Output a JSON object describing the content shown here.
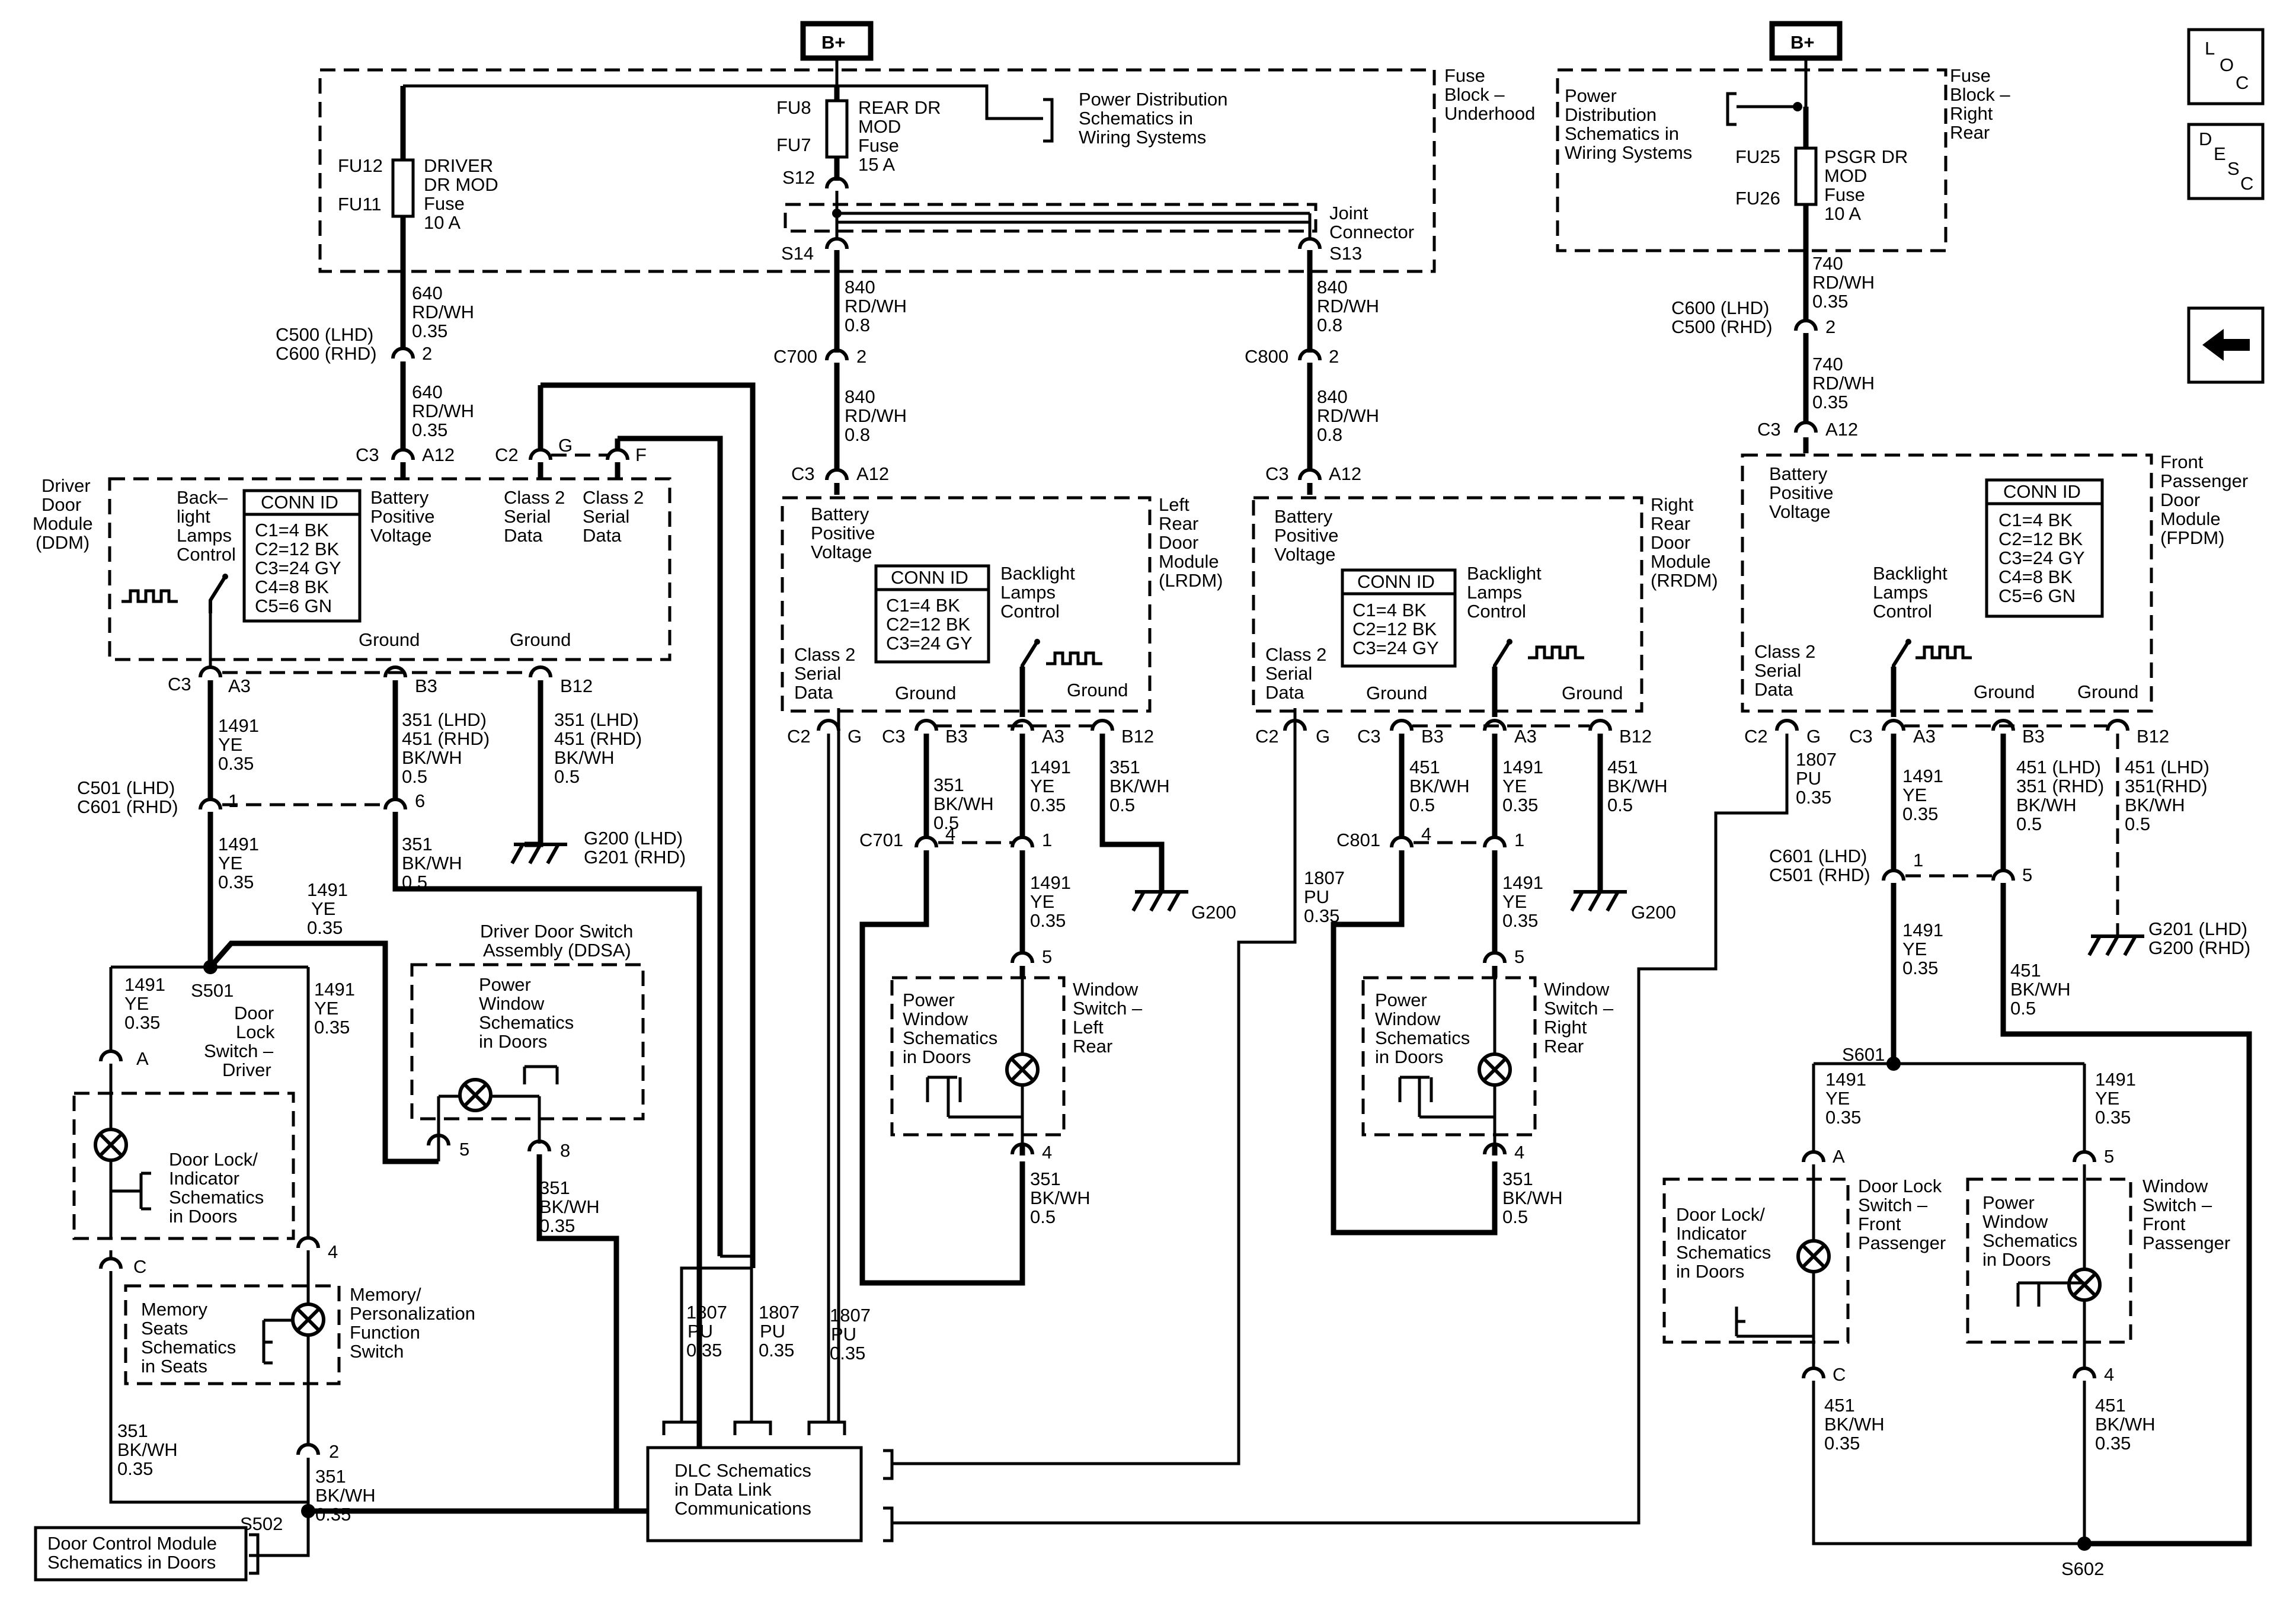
{
  "nav": {
    "loc": [
      "L",
      "O",
      "C"
    ],
    "desc": [
      "D",
      "E",
      "S",
      "C"
    ],
    "back": "back-arrow-icon"
  },
  "bplus": "B+",
  "fuse_block_uh": [
    "Fuse",
    "Block –",
    "Underhood"
  ],
  "fuse_block_rr": [
    "Fuse",
    "Block –",
    "Right",
    "Rear"
  ],
  "power_dist": [
    "Power Distribution",
    "Schematics in",
    "Wiring Systems"
  ],
  "power_dist_r": [
    "Power",
    "Distribution",
    "Schematics in",
    "Wiring Systems"
  ],
  "fu12": "FU12",
  "fu11": "FU11",
  "driver_fuse": [
    "DRIVER",
    "DR MOD",
    "Fuse",
    "10 A"
  ],
  "fu8": "FU8",
  "fu7": "FU7",
  "rear_fuse": [
    "REAR DR",
    "MOD",
    "Fuse",
    "15 A"
  ],
  "fu25": "FU25",
  "fu26": "FU26",
  "psgr_fuse": [
    "PSGR DR",
    "MOD",
    "Fuse",
    "10 A"
  ],
  "s12": "S12",
  "s14": "S14",
  "s13": "S13",
  "joint": [
    "Joint",
    "Connector"
  ],
  "w640": [
    "640",
    "RD/WH",
    "0.35"
  ],
  "w840": [
    "840",
    "RD/WH",
    "0.8"
  ],
  "w740": [
    "740",
    "RD/WH",
    "0.35"
  ],
  "c500": [
    "C500 (LHD)",
    "C600 (RHD)"
  ],
  "c600r": [
    "C600 (LHD)",
    "C500 (RHD)"
  ],
  "c700": "C700",
  "c800": "C800",
  "pin2": "2",
  "pinA12": "A12",
  "c3": "C3",
  "c2": "C2",
  "pinG": "G",
  "pinF": "F",
  "ddm": [
    "Driver",
    "Door",
    "Module",
    "(DDM)"
  ],
  "lrdm": [
    "Left",
    "Rear",
    "Door",
    "Module",
    "(LRDM)"
  ],
  "rrdm": [
    "Right",
    "Rear",
    "Door",
    "Module",
    "(RRDM)"
  ],
  "fpdm": [
    "Front",
    "Passenger",
    "Door",
    "Module",
    "(FPDM)"
  ],
  "backlight_ddm": [
    "Back–",
    "light",
    "Lamps",
    "Control"
  ],
  "backlight": [
    "Backlight",
    "Lamps",
    "Control"
  ],
  "bpv": [
    "Battery",
    "Positive",
    "Voltage"
  ],
  "class2": [
    "Class 2",
    "Serial",
    "Data"
  ],
  "conn_id": "CONN ID",
  "conn5": [
    "C1=4 BK",
    "C2=12 BK",
    "C3=24 GY",
    "C4=8 BK",
    "C5=6 GN"
  ],
  "conn3": [
    "C1=4 BK",
    "C2=12 BK",
    "C3=24 GY"
  ],
  "ground": "Ground",
  "pinA3": "A3",
  "pinB3": "B3",
  "pinB12": "B12",
  "w1491": [
    "1491",
    "YE",
    "0.35"
  ],
  "w351_451": [
    "351 (LHD)",
    "451 (RHD)",
    "BK/WH",
    "0.5"
  ],
  "w451_351": [
    "451 (LHD)",
    "351 (RHD)",
    "BK/WH",
    "0.5"
  ],
  "w451_351b": [
    "451 (LHD)",
    "351(RHD)",
    "BK/WH",
    "0.5"
  ],
  "w351": [
    "351",
    "BK/WH",
    "0.5"
  ],
  "w351b": [
    "351",
    "BK/WH",
    "0.35"
  ],
  "w451": [
    "451",
    "BK/WH",
    "0.5"
  ],
  "w451b": [
    "451",
    "BK/WH",
    "0.35"
  ],
  "w1807": [
    "1807",
    "PU",
    "0.35"
  ],
  "c501": [
    "C501 (LHD)",
    "C601 (RHD)"
  ],
  "c601": [
    "C601 (LHD)",
    "C501 (RHD)"
  ],
  "c701": "C701",
  "c801": "C801",
  "pin1": "1",
  "pin4": "4",
  "pin5": "5",
  "pin6": "6",
  "pin8": "8",
  "pinA": "A",
  "pinC": "C",
  "g200_201": [
    "G200 (LHD)",
    "G201 (RHD)"
  ],
  "g201_200": [
    "G201 (LHD)",
    "G200 (RHD)"
  ],
  "g200": "G200",
  "s501": "S501",
  "s502": "S502",
  "s601": "S601",
  "s602": "S602",
  "door_lock_sw_drv": [
    "Door",
    "Lock",
    "Switch –",
    "Driver"
  ],
  "ddsa": [
    "Driver Door Switch",
    "Assembly (DDSA)"
  ],
  "pw_sch": [
    "Power",
    "Window",
    "Schematics",
    "in Doors"
  ],
  "door_lock_ind": [
    "Door Lock/",
    "Indicator",
    "Schematics",
    "in Doors"
  ],
  "memory_sch": [
    "Memory",
    "Seats",
    "Schematics",
    "in Seats"
  ],
  "memory_sw": [
    "Memory/",
    "Personalization",
    "Function",
    "Switch"
  ],
  "ws_lr": [
    "Window",
    "Switch –",
    "Left",
    "Rear"
  ],
  "ws_rr": [
    "Window",
    "Switch –",
    "Right",
    "Rear"
  ],
  "dl_fp": [
    "Door Lock",
    "Switch –",
    "Front",
    "Passenger"
  ],
  "ws_fp": [
    "Window",
    "Switch –",
    "Front",
    "Passenger"
  ],
  "dlc": [
    "DLC Schematics",
    "in Data Link",
    "Communications"
  ],
  "dcm": [
    "Door Control Module",
    "Schematics in Doors"
  ]
}
